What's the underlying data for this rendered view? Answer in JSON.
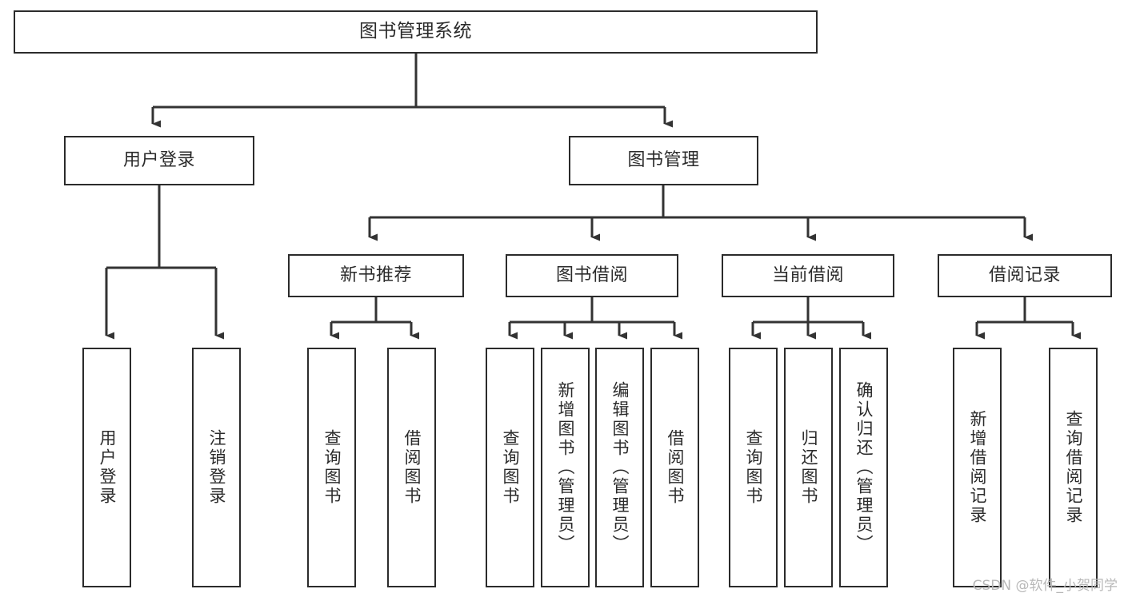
{
  "diagram": {
    "type": "tree-hierarchy-chart",
    "title_text": "图书管理系统",
    "colors": {
      "box_stroke": "#2b2b2b",
      "box_fill": "#ffffff",
      "edge_stroke": "#333333",
      "text": "#2b2b2b",
      "watermark": "#b8b8b8",
      "background": "#ffffff"
    },
    "levels": {
      "root": "图书管理系统",
      "level2": [
        "用户登录",
        "图书管理"
      ],
      "level3": [
        "新书推荐",
        "图书借阅",
        "当前借阅",
        "借阅记录"
      ]
    },
    "nodes": {
      "root": {
        "label": "图书管理系统"
      },
      "user_login": {
        "label": "用户登录"
      },
      "book_manage": {
        "label": "图书管理"
      },
      "new_book_rec": {
        "label": "新书推荐"
      },
      "book_borrow": {
        "label": "图书借阅"
      },
      "current_borrow": {
        "label": "当前借阅"
      },
      "borrow_record": {
        "label": "借阅记录"
      },
      "leaf_user_login": {
        "label": "用户登录"
      },
      "leaf_logout": {
        "label": "注销登录"
      },
      "leaf_query_book_a": {
        "label": "查询图书"
      },
      "leaf_borrow_book_a": {
        "label": "借阅图书"
      },
      "leaf_query_book_b": {
        "label": "查询图书"
      },
      "leaf_add_book": {
        "label": "新增图书（管理员）"
      },
      "leaf_edit_book": {
        "label": "编辑图书（管理员）"
      },
      "leaf_borrow_book_b": {
        "label": "借阅图书"
      },
      "leaf_query_book_c": {
        "label": "查询图书"
      },
      "leaf_return_book": {
        "label": "归还图书"
      },
      "leaf_confirm_return": {
        "label": "确认归还（管理员）"
      },
      "leaf_add_record": {
        "label": "新增借阅记录"
      },
      "leaf_query_record": {
        "label": "查询借阅记录"
      }
    },
    "edges": [
      {
        "from": "root",
        "to": "user_login"
      },
      {
        "from": "root",
        "to": "book_manage"
      },
      {
        "from": "user_login",
        "to": "leaf_user_login"
      },
      {
        "from": "user_login",
        "to": "leaf_logout"
      },
      {
        "from": "book_manage",
        "to": "new_book_rec"
      },
      {
        "from": "book_manage",
        "to": "book_borrow"
      },
      {
        "from": "book_manage",
        "to": "current_borrow"
      },
      {
        "from": "book_manage",
        "to": "borrow_record"
      },
      {
        "from": "new_book_rec",
        "to": "leaf_query_book_a"
      },
      {
        "from": "new_book_rec",
        "to": "leaf_borrow_book_a"
      },
      {
        "from": "book_borrow",
        "to": "leaf_query_book_b"
      },
      {
        "from": "book_borrow",
        "to": "leaf_add_book"
      },
      {
        "from": "book_borrow",
        "to": "leaf_edit_book"
      },
      {
        "from": "book_borrow",
        "to": "leaf_borrow_book_b"
      },
      {
        "from": "current_borrow",
        "to": "leaf_query_book_c"
      },
      {
        "from": "current_borrow",
        "to": "leaf_return_book"
      },
      {
        "from": "current_borrow",
        "to": "leaf_confirm_return"
      },
      {
        "from": "borrow_record",
        "to": "leaf_add_record"
      },
      {
        "from": "borrow_record",
        "to": "leaf_query_record"
      }
    ]
  },
  "watermark": {
    "text": "CSDN @软件_小贺同学"
  }
}
